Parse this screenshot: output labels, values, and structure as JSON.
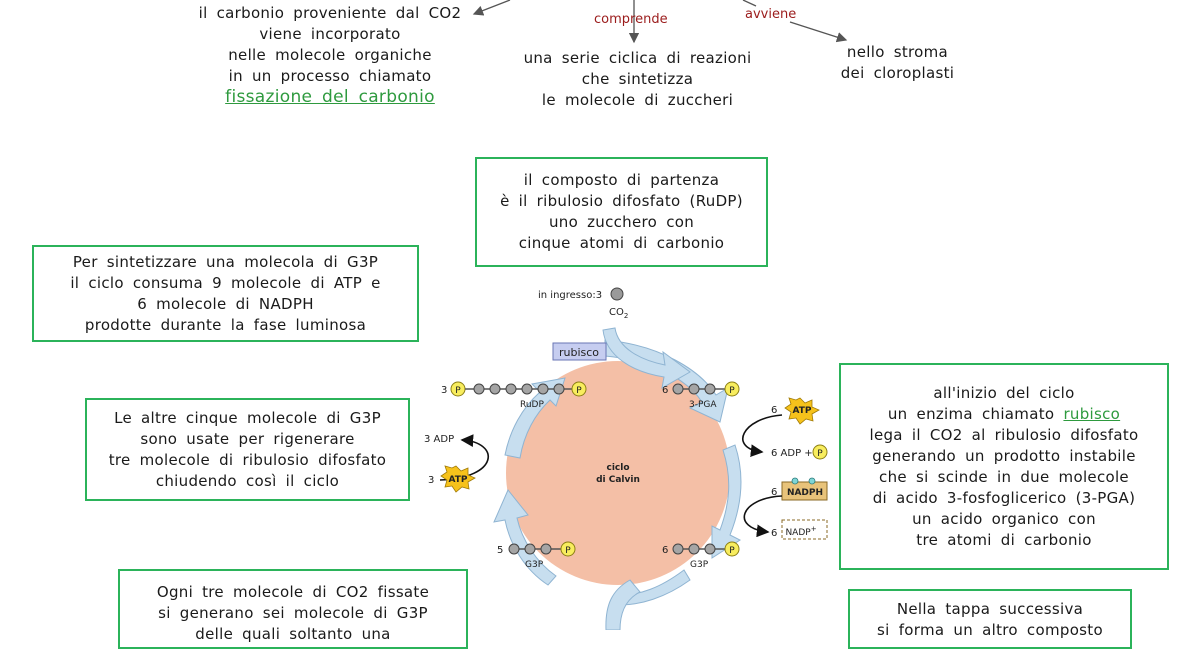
{
  "top": {
    "left_block": [
      "il  carbonio  proveniente  dal  CO2",
      "viene  incorporato",
      "nelle  molecole  organiche",
      "in  un  processo  chiamato"
    ],
    "left_link": "fissazione  del  carbonio",
    "connector_comprende": "comprende",
    "connector_avviene": "avviene",
    "center_block": [
      "una  serie  ciclica  di  reazioni",
      "che  sintetizza",
      "le  molecole  di  zuccheri"
    ],
    "right_block": [
      "nello  stroma",
      "dei  cloroplasti"
    ]
  },
  "boxes": {
    "start_compound": [
      "il  composto  di  partenza",
      "è  il  ribulosio  difosfato  (RuDP)",
      "uno  zucchero  con",
      "cinque  atomi  di  carbonio"
    ],
    "g3p_synthesis": [
      "Per  sintetizzare  una  molecola  di  G3P",
      "il  ciclo   consuma  9  molecole  di  ATP  e",
      "6  molecole  di  NADPH",
      "prodotte  durante  la  fase  luminosa"
    ],
    "regenerate": [
      "Le  altre  cinque  molecole  di  G3P",
      "sono  usate  per  rigenerare",
      "tre  molecole  di  ribulosio  difosfato",
      "chiudendo  così  il  ciclo"
    ],
    "rubisco": {
      "line1": "all'inizio  del  ciclo",
      "line2_pre": "un  enzima  chiamato  ",
      "line2_link": "rubisco",
      "rest": [
        "lega  il  CO2  al  ribulosio  difosfato",
        "generando  un  prodotto  instabile",
        "che  si  scinde  in  due  molecole",
        "di  acido  3-fosfoglicerico  (3-PGA)",
        "un  acido  organico  con",
        "tre  atomi  di  carbonio"
      ]
    },
    "three_co2": [
      "Ogni  tre  molecole  di  CO2  fissate",
      "si  generano  sei  molecole  di  G3P",
      "delle  quali  soltanto  una"
    ],
    "next_step": [
      "Nella  tappa  successiva",
      "si  forma  un  altro  composto"
    ]
  },
  "diagram": {
    "input_label": "in ingresso:",
    "input_count": "3",
    "co2": "CO",
    "co2_sub": "2",
    "rubisco": "rubisco",
    "cycle_line1": "ciclo",
    "cycle_line2": "di Calvin",
    "rudp_count": "3",
    "rudp_label": "RuDP",
    "pga_count": "6",
    "pga_label": "3-PGA",
    "g3p_left_count": "5",
    "g3p_right_count": "6",
    "g3p_label": "G3P",
    "p": "P",
    "atp": "ATP",
    "adp_right": "6 ADP +",
    "atp_right_count": "6",
    "atp_left_count": "3",
    "adp_left": "3 ADP",
    "nadph": "NADPH",
    "nadph_count": "6",
    "nadp": "NADP",
    "nadp_sup": "+",
    "nadp_count": "6",
    "colors": {
      "cycle_fill": "#f4bfa6",
      "arrow_band": "#c7deef",
      "phosphate": "#f8ed5e",
      "atp_star": "#f6c21b",
      "rubisco_box": "#c6cdf0",
      "nadph_fill": "#e8c37a",
      "box_border": "#2bb35a",
      "link_green": "#2e9a3e",
      "connector_red": "#9b1c1c"
    }
  }
}
